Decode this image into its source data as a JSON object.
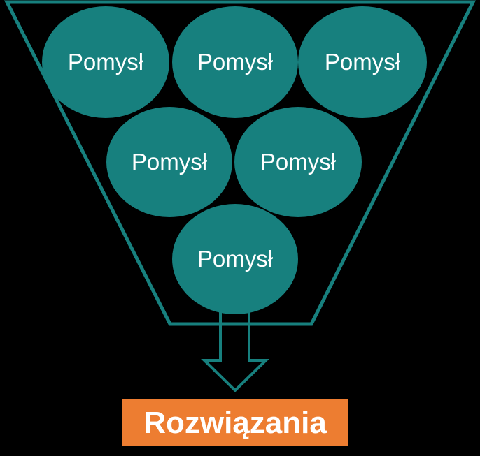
{
  "colors": {
    "teal": "#17807E",
    "orange": "#ED7D31",
    "label_text": "#FFFFFF",
    "background": "#000000"
  },
  "funnel": {
    "circles": [
      {
        "label": "Pomysł"
      },
      {
        "label": "Pomysł"
      },
      {
        "label": "Pomysł"
      },
      {
        "label": "Pomysł"
      },
      {
        "label": "Pomysł"
      },
      {
        "label": "Pomysł"
      }
    ]
  },
  "arrow": {
    "icon": "down-arrow"
  },
  "output": {
    "label": "Rozwiązania"
  }
}
